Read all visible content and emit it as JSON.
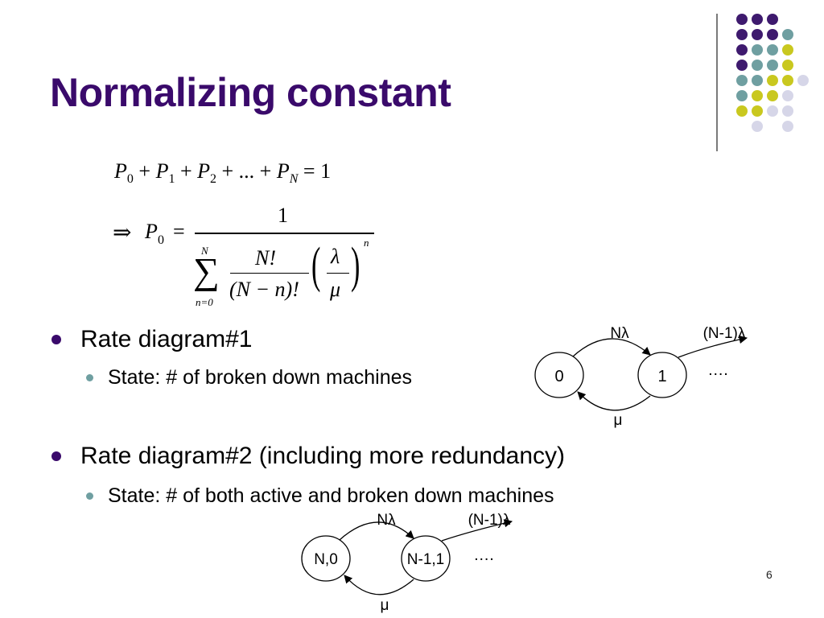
{
  "slide": {
    "title": "Normalizing constant",
    "page_number": "6"
  },
  "equations": {
    "eq1_terms": [
      "P",
      "0",
      "+",
      "P",
      "1",
      "+",
      "P",
      "2",
      "+ ... +",
      "P",
      "N",
      "= 1"
    ],
    "eq2_implies": "⇒",
    "eq2_lhs": "P",
    "eq2_lhs_sub": "0",
    "eq2_equals": "=",
    "eq2_numerator": "1",
    "sum_symbol": "∑",
    "sum_upper": "N",
    "sum_lower": "n=0",
    "frac_num": "N!",
    "frac_den": "(N − n)!",
    "lambda": "λ",
    "mu": "μ",
    "exponent": "n"
  },
  "bullets": [
    {
      "text": "Rate diagram#1",
      "sub": "State: # of broken down machines"
    },
    {
      "text": "Rate diagram#2 (including more redundancy)",
      "sub": "State: # of both active and broken down machines"
    }
  ],
  "diagram1": {
    "states": [
      "0",
      "1"
    ],
    "forward_rates": [
      "Nλ",
      "(N-1)λ"
    ],
    "backward_rate": "μ",
    "ellipsis": "…."
  },
  "diagram2": {
    "states": [
      "N,0",
      "N-1,1"
    ],
    "forward_rates": [
      "Nλ",
      "(N-1)λ"
    ],
    "backward_rate": "μ",
    "ellipsis": "…."
  },
  "decor_colors": {
    "purple": "#3e1a6e",
    "teal": "#6f9fa1",
    "yellow": "#c9c81f",
    "lavender": "#d6d6e8"
  }
}
